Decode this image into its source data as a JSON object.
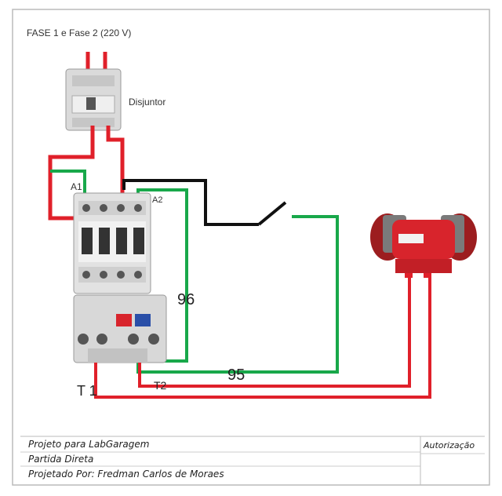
{
  "diagram": {
    "supply_label": "FASE 1 e Fase 2 (220 V)",
    "breaker_label": "Disjuntor",
    "contactor_terminal_label": "A1",
    "contactor_terminal_label_2": "A2",
    "relay_terminal_96": "96",
    "relay_terminal_95": "95",
    "output_t1": "T 1",
    "output_t2": "T2"
  },
  "title_block": {
    "project": "Projeto para LabGaragem",
    "subject": "Partida Direta",
    "author": "Projetado Por: Fredman Carlos de Moraes",
    "approval": "Autorização"
  },
  "colors": {
    "phase_wire": "#e0202a",
    "control_wire": "#18a84a",
    "neutral_wire": "#111111",
    "motor_body": "#d8242c"
  }
}
